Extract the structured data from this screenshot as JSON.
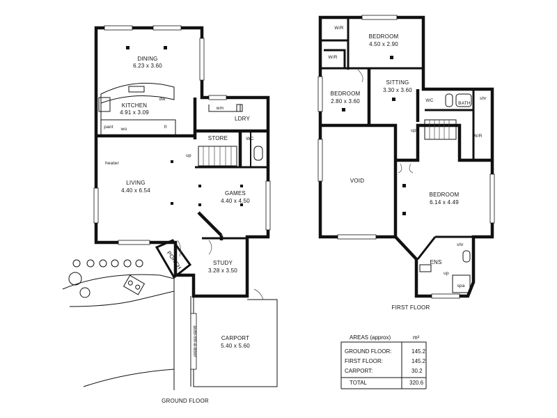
{
  "ground_floor": {
    "title": "GROUND FLOOR",
    "rooms": [
      {
        "name": "DINING",
        "dims": "6.23 x 3.60"
      },
      {
        "name": "KITCHEN",
        "dims": "4.91 x 3.09"
      },
      {
        "name": "LDRY",
        "dims": ""
      },
      {
        "name": "STORE",
        "dims": ""
      },
      {
        "name": "LIVING",
        "dims": "4.40 x 6.54"
      },
      {
        "name": "GAMES",
        "dims": "4.40 x 4.50"
      },
      {
        "name": "STUDY",
        "dims": "3.28 x 3.50"
      },
      {
        "name": "CARPORT",
        "dims": "5.40 x 5.60"
      },
      {
        "name": "PORCH",
        "dims": ""
      }
    ],
    "small_labels": {
      "dw": "dw",
      "pant": "pant",
      "wo": "wo",
      "fr": "fr",
      "wm": "wm",
      "wc": "WC",
      "up": "up",
      "heater": "heater",
      "door": "auto-tilt-a-door"
    }
  },
  "first_floor": {
    "title": "FIRST FLOOR",
    "rooms": [
      {
        "name": "BEDROOM",
        "dims": "4.50 x 2.90"
      },
      {
        "name": "BEDROOM",
        "dims": "2.80 x 3.60"
      },
      {
        "name": "SITTING",
        "dims": "3.30 x 3.60"
      },
      {
        "name": "VOID",
        "dims": ""
      },
      {
        "name": "BEDROOM",
        "dims": "6.14 x 4.49"
      },
      {
        "name": "ENS",
        "dims": ""
      }
    ],
    "small_labels": {
      "wir1": "W/R",
      "wir2": "W/R",
      "wir3": "W/R",
      "wc": "WC",
      "bath": "BATH",
      "shr1": "shr",
      "shr2": "shr",
      "up1": "up",
      "up2": "up",
      "spa": "spa"
    }
  },
  "areas": {
    "header": "AREAS (approx)",
    "unit": "m²",
    "rows": [
      {
        "label": "GROUND FLOOR:",
        "value": "145.2"
      },
      {
        "label": "FIRST FLOOR:",
        "value": "145.2"
      },
      {
        "label": "CARPORT:",
        "value": "30.2"
      }
    ],
    "total_label": "TOTAL",
    "total_value": "320.6"
  }
}
